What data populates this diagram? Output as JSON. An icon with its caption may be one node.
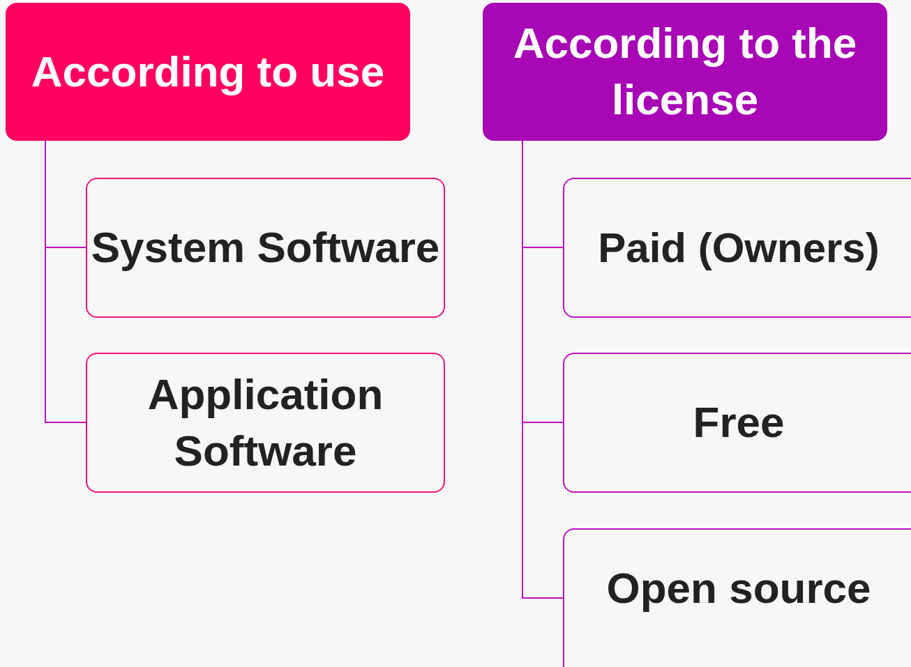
{
  "diagram": {
    "nodes": [
      {
        "text": [
          "According to use"
        ]
      },
      {
        "text": [
          "According to the license"
        ]
      },
      {
        "text": [
          "System Software"
        ]
      },
      {
        "text": [
          "Application Software"
        ]
      },
      {
        "text": [
          "Paid (Owners)"
        ]
      },
      {
        "text": [
          "Free"
        ]
      },
      {
        "text": [
          "Open source"
        ]
      }
    ],
    "edges": [
      {
        "from": 0,
        "to": 2,
        "arrow": "none"
      },
      {
        "from": 0,
        "to": 3,
        "arrow": "none"
      },
      {
        "from": 1,
        "to": 4,
        "arrow": "none"
      },
      {
        "from": 1,
        "to": 5,
        "arrow": "none"
      },
      {
        "from": 1,
        "to": 6,
        "arrow": "none"
      }
    ]
  }
}
